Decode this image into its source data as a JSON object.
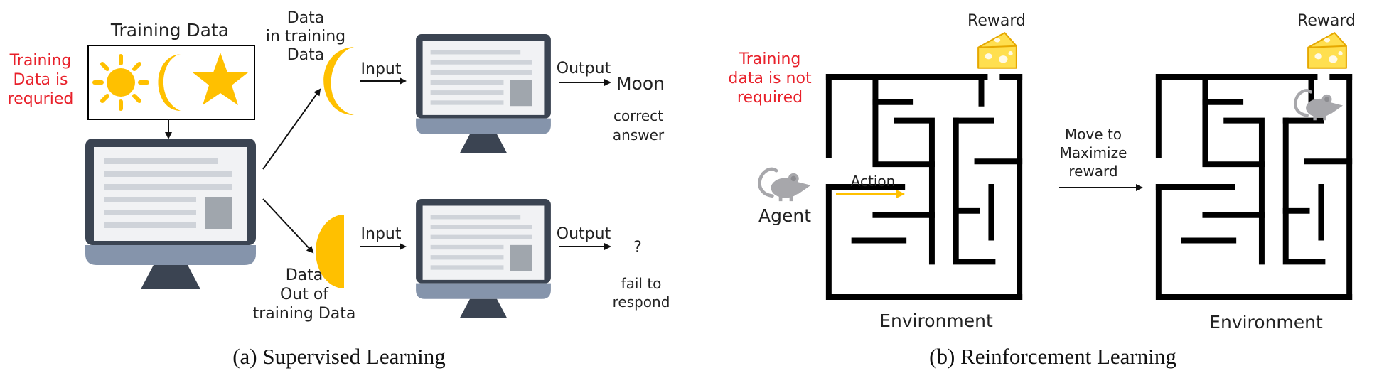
{
  "colors": {
    "accent_red": "#e8202a",
    "symbol_yellow": "#ffc000",
    "monitor_frame": "#3b4452",
    "monitor_base": "#8594ab",
    "maze_wall": "#000000",
    "mouse_gray": "#a7a7ab",
    "cheese_yellow": "#ffdf4f"
  },
  "supervised": {
    "training_data_title": "Training Data",
    "note_lines": [
      "Training",
      "Data is",
      "requried"
    ],
    "in_data_lines": [
      "Data",
      "in training",
      "Data"
    ],
    "out_data_lines": [
      "Data",
      "Out of",
      "training Data"
    ],
    "input_label_top": "Input",
    "input_label_bottom": "Input",
    "output_label_top": "Output",
    "output_label_bottom": "Output",
    "result_top": "Moon",
    "result_top_note": [
      "correct",
      "answer"
    ],
    "result_bottom": "?",
    "result_bottom_note": [
      "fail to",
      "respond"
    ],
    "caption": "(a) Supervised Learning"
  },
  "reinforcement": {
    "note_lines": [
      "Training",
      "data is not",
      "required"
    ],
    "reward_label_left": "Reward",
    "reward_label_right": "Reward",
    "agent_label": "Agent",
    "action_label": "Action",
    "move_lines": [
      "Move to",
      "Maximize",
      "reward"
    ],
    "environment_label_left": "Environment",
    "environment_label_right": "Environment",
    "caption": "(b) Reinforcement Learning"
  }
}
